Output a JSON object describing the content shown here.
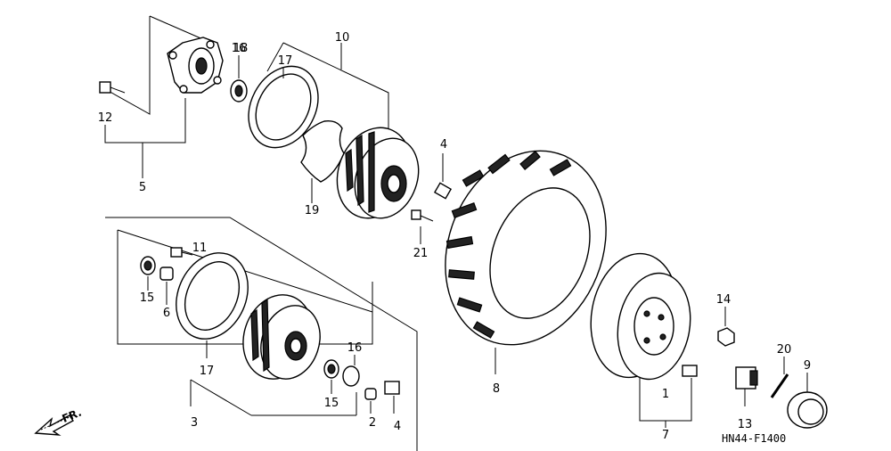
{
  "diagram": {
    "code": "HN44-F1400",
    "direction": "FR.",
    "labels": {
      "n1": "1",
      "n2": "2",
      "n3": "3",
      "n4a": "4",
      "n4b": "4",
      "n5": "5",
      "n6": "6",
      "n7": "7",
      "n8": "8",
      "n9": "9",
      "n10": "10",
      "n11": "11",
      "n12": "12",
      "n13": "13",
      "n14": "14",
      "n15a": "15",
      "n15b": "15",
      "n16a": "16",
      "n16b": "16",
      "n17a": "17",
      "n17b": "17",
      "n18": "18",
      "n19": "19",
      "n20": "20",
      "n21": "21"
    }
  }
}
